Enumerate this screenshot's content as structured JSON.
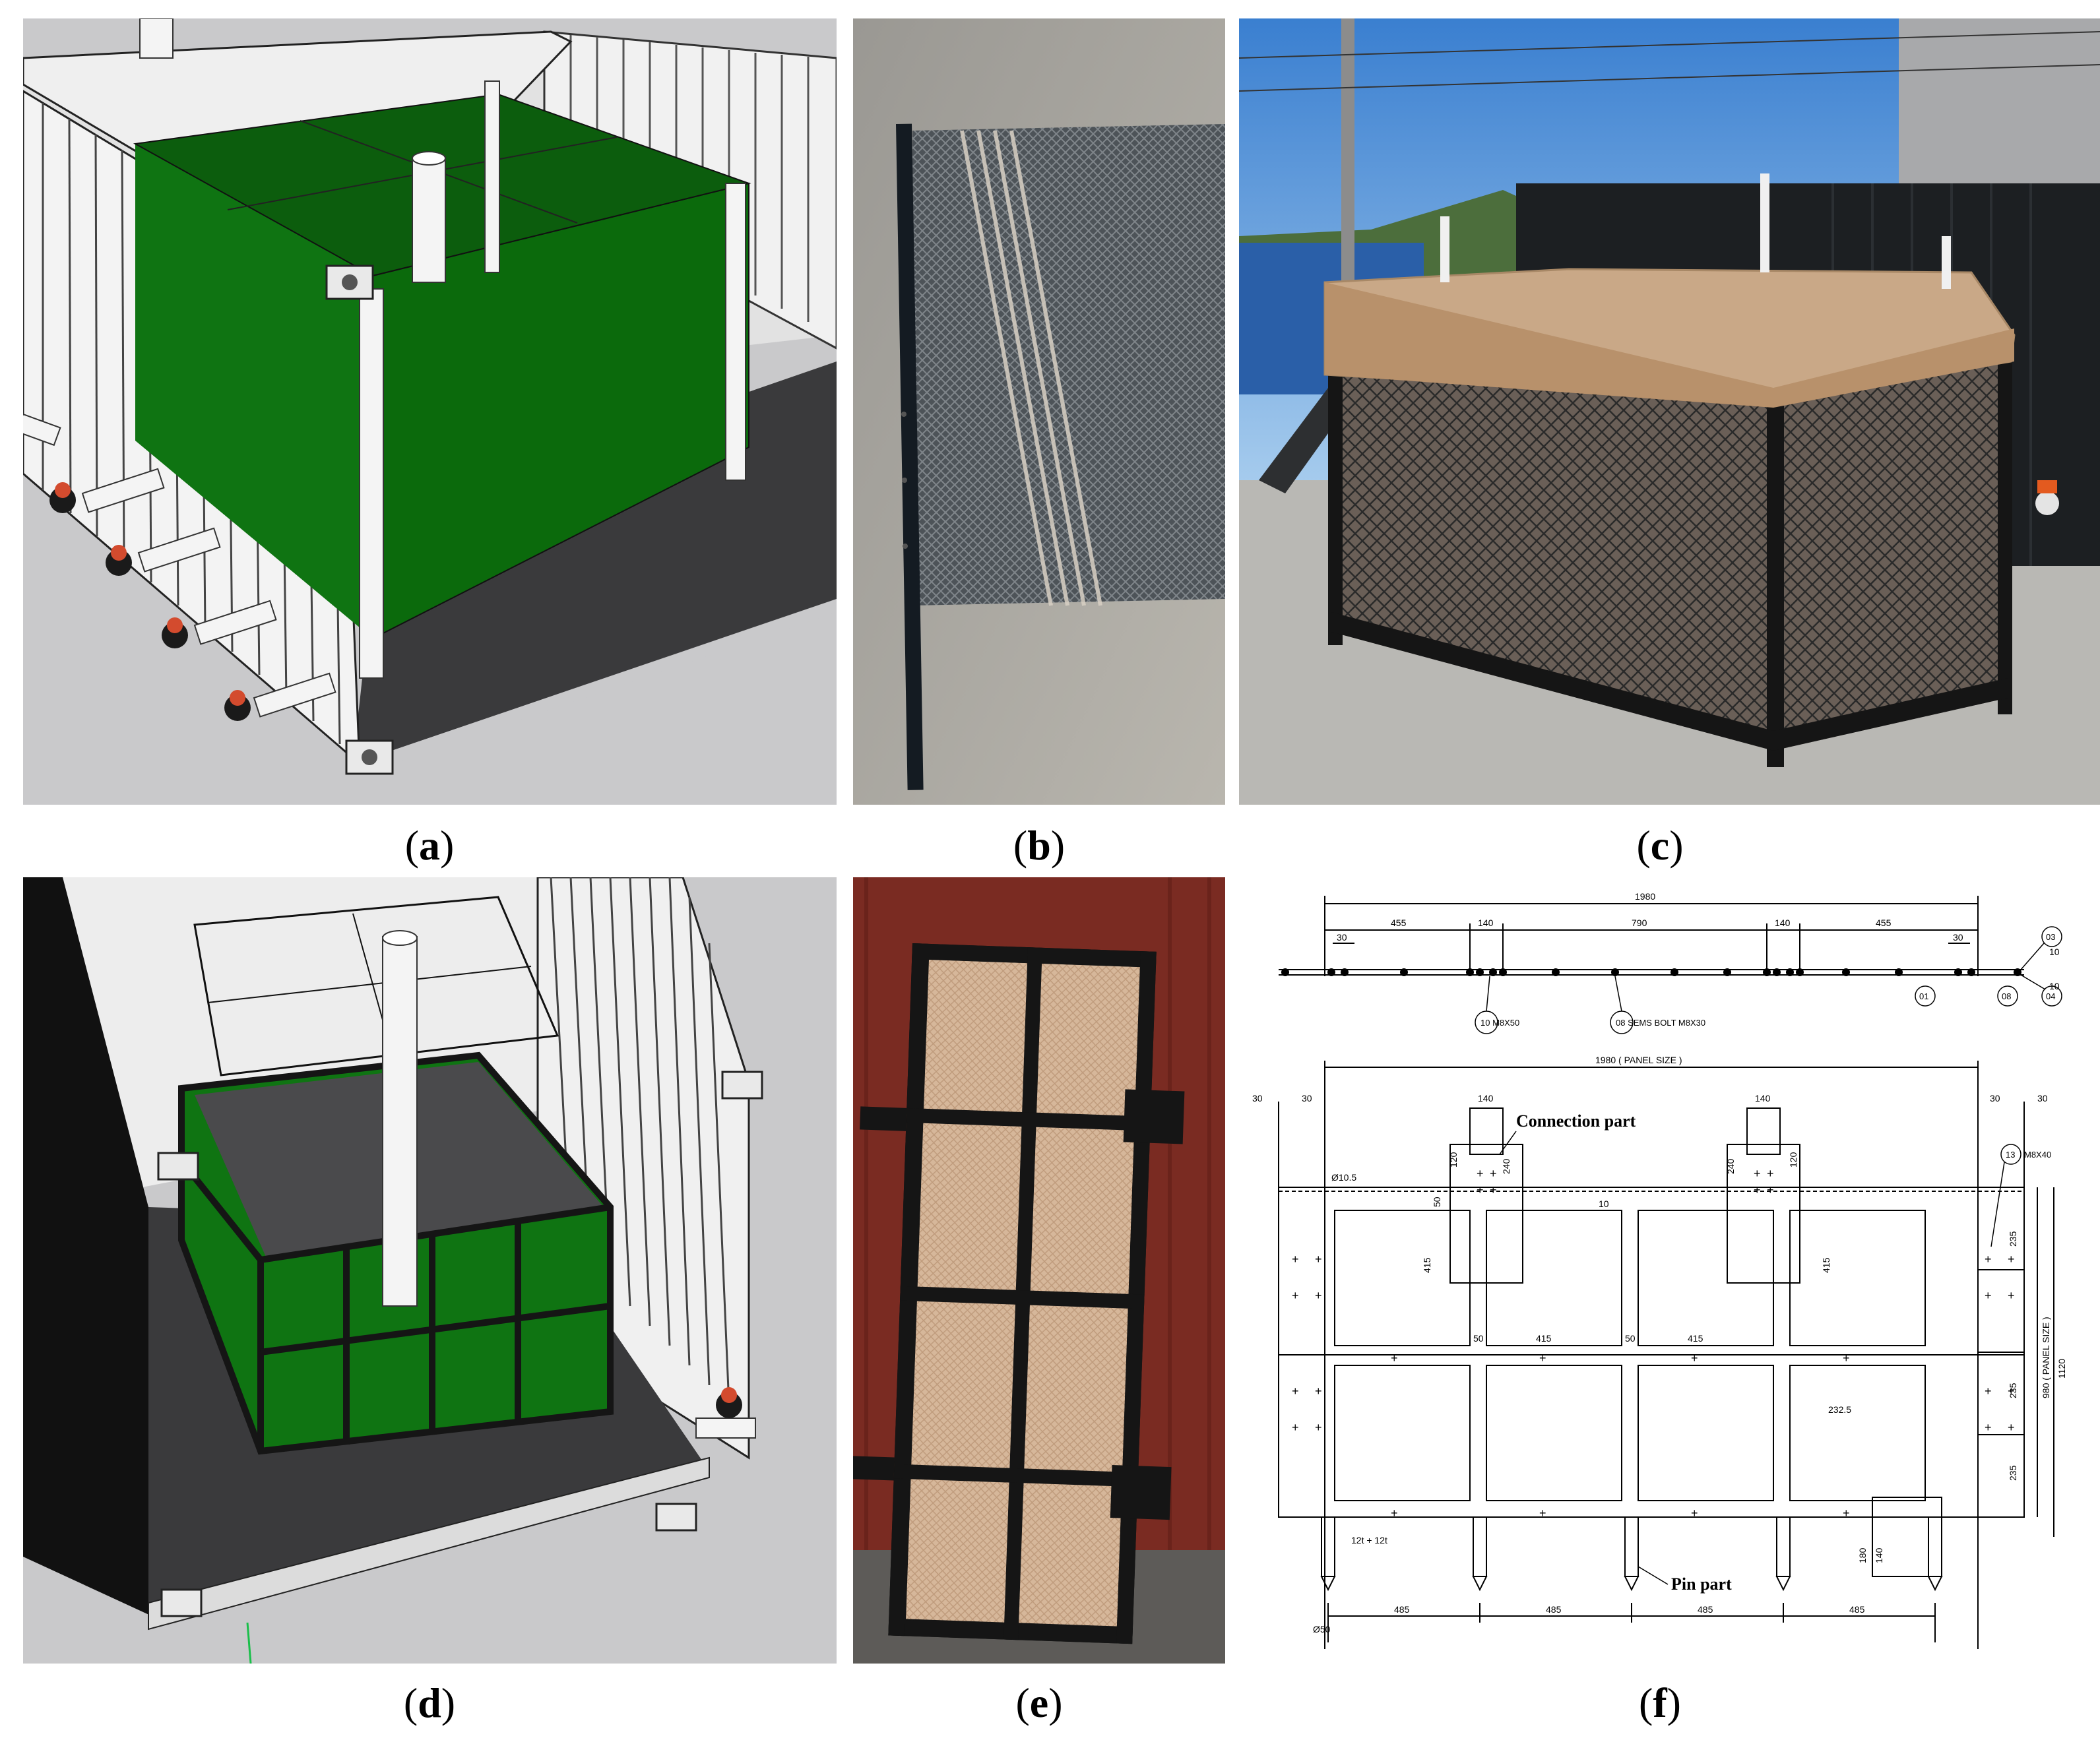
{
  "captions": {
    "a": "a",
    "b": "b",
    "c": "c",
    "d": "d",
    "e": "e",
    "f": "f"
  },
  "drawing": {
    "top_view": {
      "dims_top": [
        "1980"
      ],
      "dims_mid": [
        "455",
        "140",
        "790",
        "140",
        "455"
      ],
      "dims_side": [
        "30",
        "30"
      ],
      "callouts": [
        "03",
        "08",
        "04",
        "10",
        "01"
      ],
      "labels": [
        "10 M8X50",
        "08 SEMS BOLT M8X30"
      ],
      "thick": [
        "10",
        "10"
      ]
    },
    "panel_view": {
      "panel_size": "1980 ( PANEL SIZE )",
      "side_dims": [
        "30",
        "30",
        "30",
        "30"
      ],
      "conn_dims": [
        "140",
        "140"
      ],
      "connection_label": "Connection part",
      "pin_label": "Pin part",
      "callout_13": "13",
      "m8x40": "M8X40",
      "hole_note": "Ø10.5",
      "dims_415": [
        "415",
        "415",
        "415",
        "415"
      ],
      "dims_50": [
        "50",
        "50",
        "50"
      ],
      "dims_120": [
        "120",
        "120"
      ],
      "dims_240": [
        "240",
        "240"
      ],
      "dims_10": "10",
      "dim_2325": "232.5",
      "right_dims": [
        "235",
        "235",
        "235"
      ],
      "panel_height": "980 ( PANEL SIZE )",
      "total_height": "1120",
      "bottom_dims": [
        "485",
        "485",
        "485",
        "485"
      ],
      "ø50": "Ø50",
      "plate": "12t + 12t",
      "d180": "180",
      "d140": "140"
    }
  }
}
